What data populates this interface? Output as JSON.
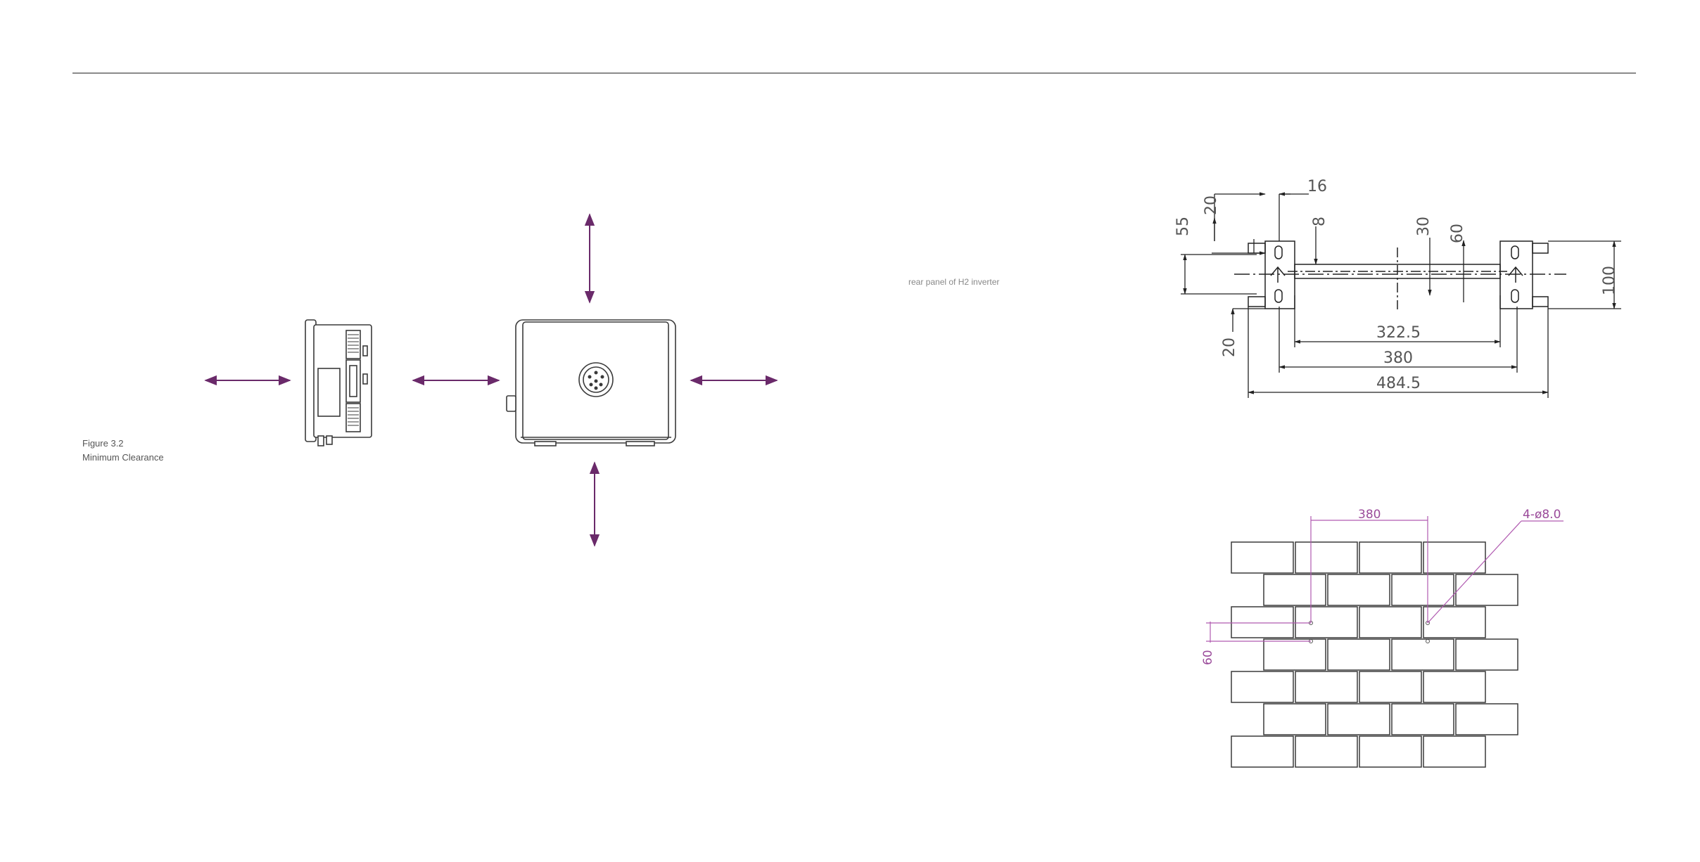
{
  "figure": {
    "number": "Figure 3.2",
    "title": "Minimum Clearance",
    "note": "rear panel of H2 inverter"
  },
  "bracket_dimensions": {
    "d16": "16",
    "d20_top": "20",
    "d55": "55",
    "d8": "8",
    "d30": "30",
    "d60": "60",
    "d100": "100",
    "d20_bottom": "20",
    "d322_5": "322.5",
    "d380": "380",
    "d484_5": "484.5"
  },
  "wall_dimensions": {
    "spacing": "380",
    "holes": "4-ø8.0",
    "vertical": "60"
  },
  "colors": {
    "arrow": "#6a2a6a",
    "line": "#3a3a3a",
    "magenta_dim": "#b05ab0",
    "rule": "#8a8a8a"
  }
}
